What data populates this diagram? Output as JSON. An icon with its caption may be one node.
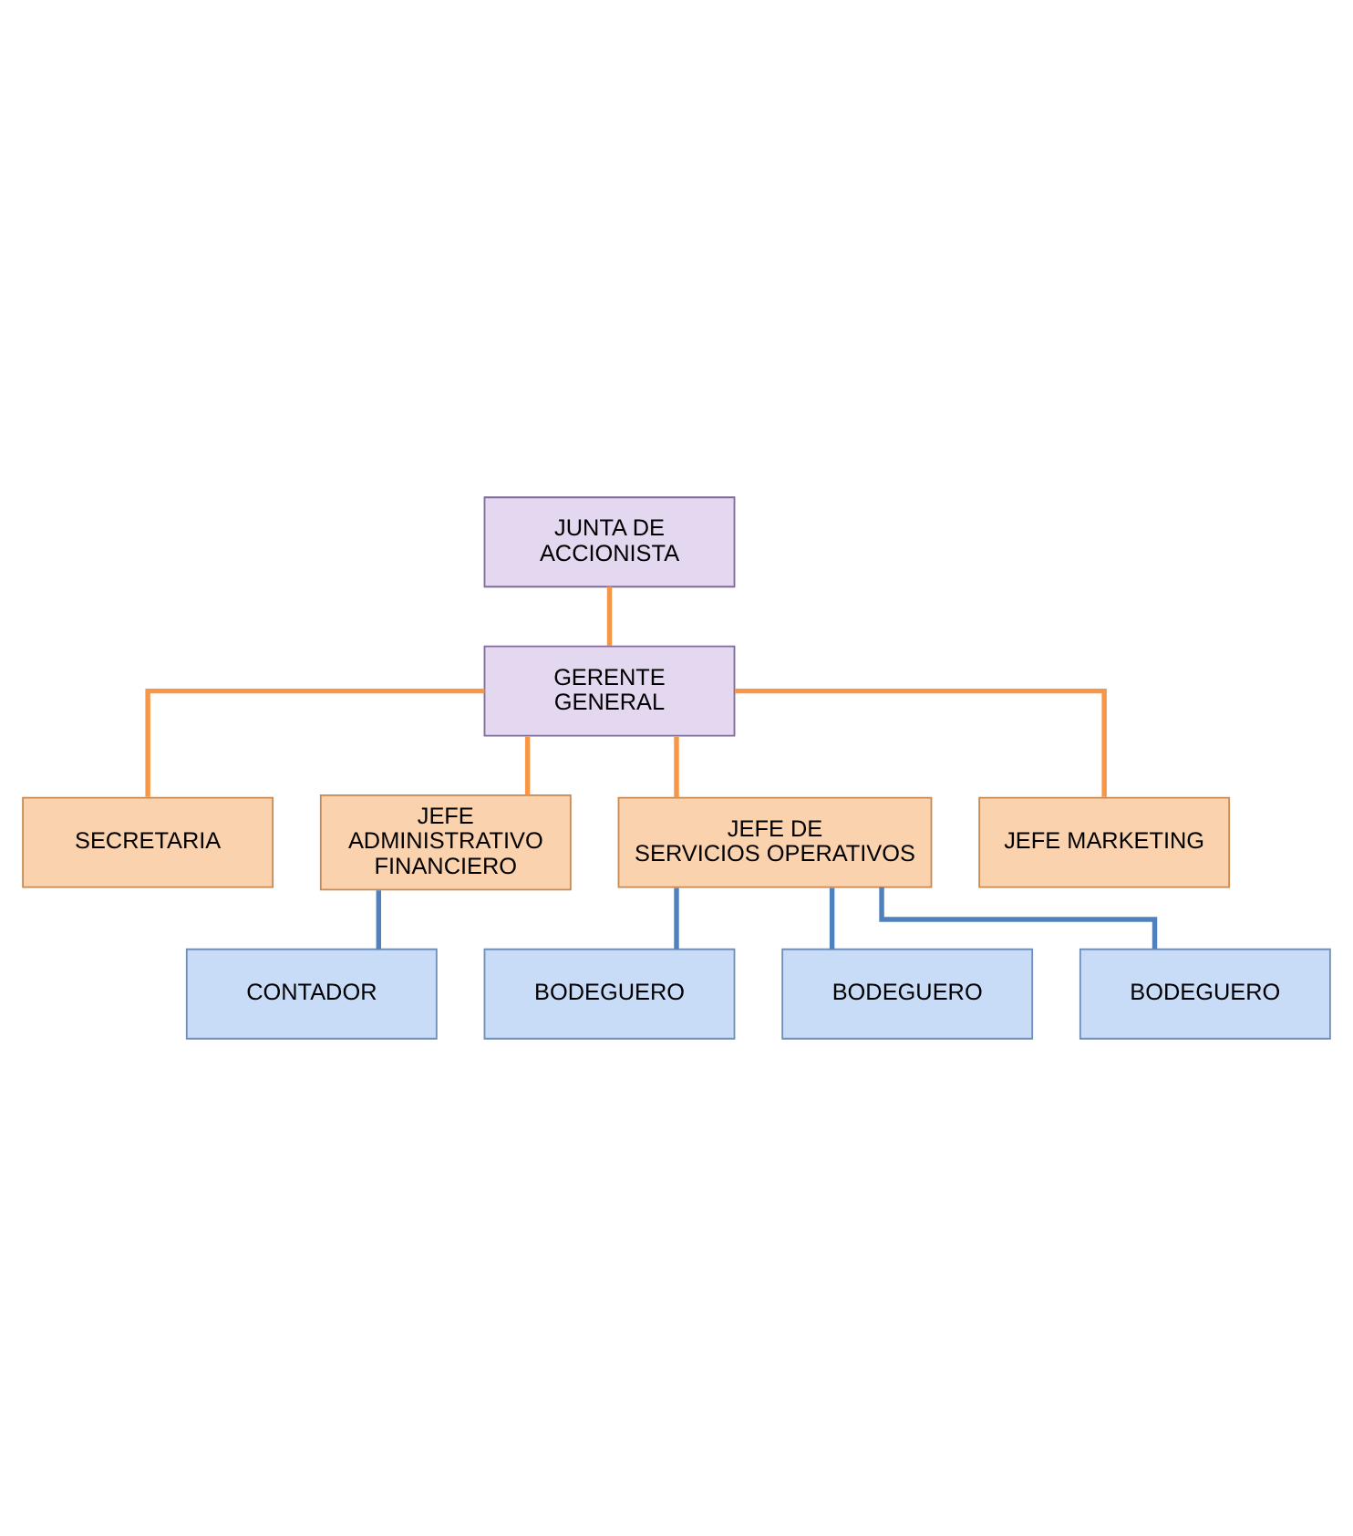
{
  "diagram": {
    "nodes": [
      {
        "text": [
          "JUNTA DE ACCIONISTA"
        ]
      },
      {
        "text": [
          "GERENTE GENERAL"
        ]
      },
      {
        "text": [
          "SECRETARIA"
        ]
      },
      {
        "text": [
          "JEFE ADMINISTRATIVO FINANCIERO"
        ]
      },
      {
        "text": [
          "JEFE DE SERVICIOS OPERATIVOS"
        ]
      },
      {
        "text": [
          "JEFE MARKETING"
        ]
      },
      {
        "text": [
          "CONTADOR"
        ]
      },
      {
        "text": [
          "BODEGUERO"
        ]
      },
      {
        "text": [
          "BODEGUERO"
        ]
      },
      {
        "text": [
          "BODEGUERO"
        ]
      }
    ],
    "edges": [
      {
        "from": 0,
        "to": 1,
        "arrow": "none"
      },
      {
        "from": 1,
        "to": 2,
        "arrow": "none"
      },
      {
        "from": 1,
        "to": 3,
        "arrow": "none"
      },
      {
        "from": 1,
        "to": 4,
        "arrow": "none"
      },
      {
        "from": 1,
        "to": 5,
        "arrow": "none"
      },
      {
        "from": 3,
        "to": 6,
        "arrow": "none",
        "color": "#4f81bd"
      },
      {
        "from": 4,
        "to": 7,
        "arrow": "none",
        "color": "#4f81bd"
      },
      {
        "from": 4,
        "to": 8,
        "arrow": "none",
        "color": "#4f81bd"
      },
      {
        "from": 4,
        "to": 9,
        "arrow": "none",
        "color": "#4f81bd"
      }
    ]
  }
}
